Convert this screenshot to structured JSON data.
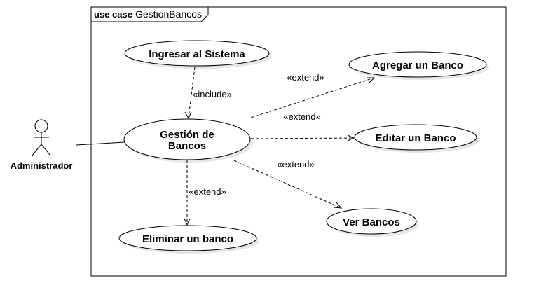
{
  "frame": {
    "keyword": "use case",
    "name": "GestionBancos"
  },
  "actor": {
    "label": "Administrador"
  },
  "use_cases": {
    "ingresar": "Ingresar al Sistema",
    "gestion_line1": "Gestión de",
    "gestion_line2": "Bancos",
    "agregar": "Agregar un Banco",
    "editar": "Editar un Banco",
    "ver": "Ver Bancos",
    "eliminar": "Eliminar un banco"
  },
  "relationships": {
    "include": "«include»",
    "extend_agregar": "«extend»",
    "extend_editar": "«extend»",
    "extend_ver": "«extend»",
    "extend_eliminar": "«extend»"
  }
}
